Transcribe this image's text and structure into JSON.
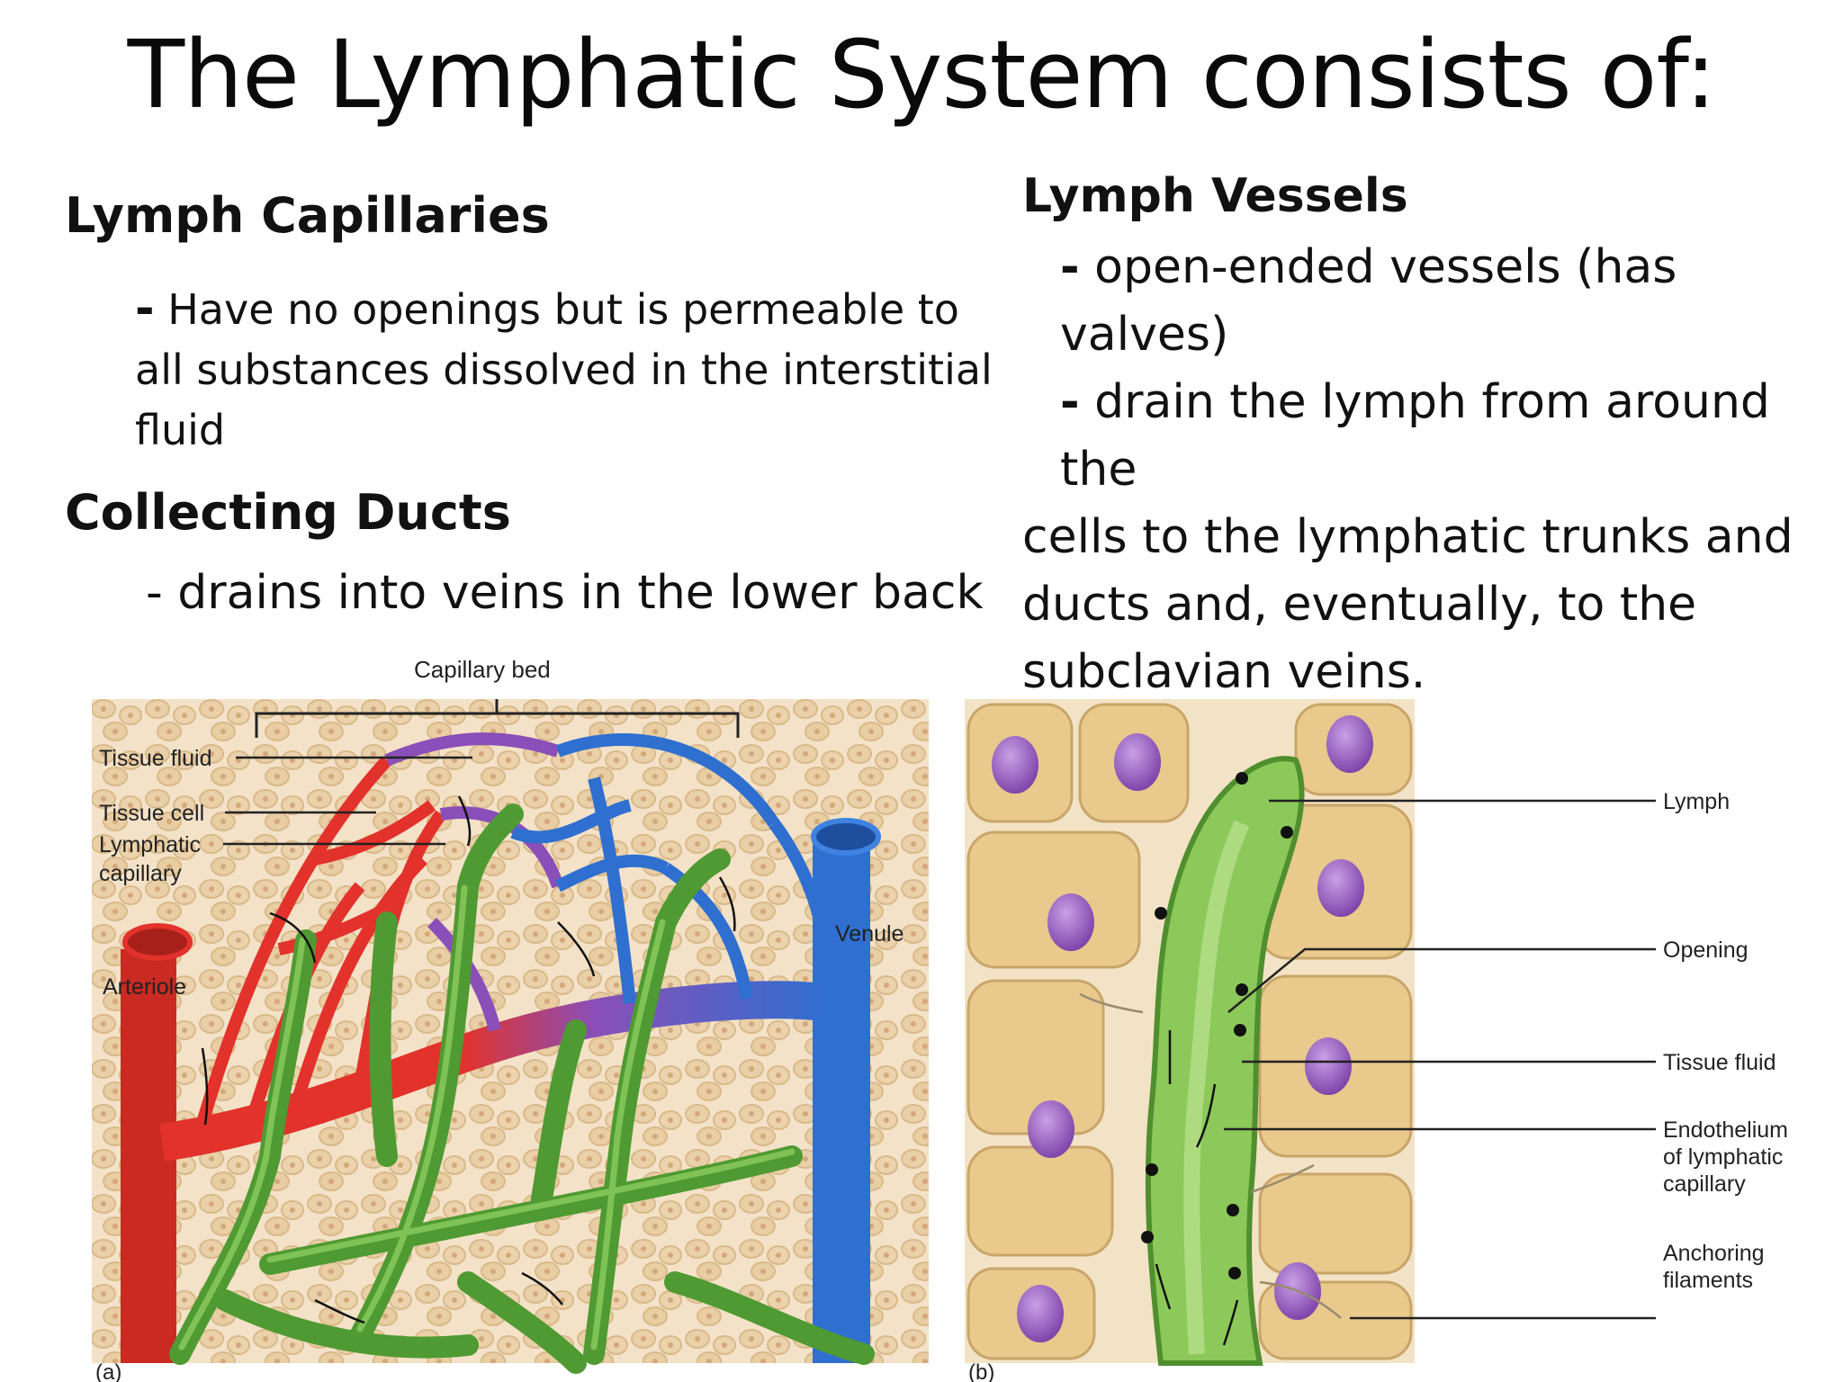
{
  "slide": {
    "title": "The Lymphatic System consists of:"
  },
  "left_column": {
    "capillaries": {
      "heading": "Lymph Capillaries",
      "dash": "-",
      "lines": [
        "Have no openings but is permeable to",
        "all substances dissolved in the interstitial",
        "fluid"
      ]
    },
    "ducts": {
      "heading": "Collecting Ducts",
      "line": "- drains into veins in the lower back"
    }
  },
  "right_column": {
    "heading": "Lymph Vessels",
    "dash": "-",
    "line1": "open-ended vessels (has valves)",
    "line2": "drain the lymph from around the",
    "lines": [
      "cells to the lymphatic trunks and",
      "ducts and, eventually, to the",
      "subclavian veins."
    ]
  },
  "figure_a": {
    "panel_label": "(a)",
    "labels": {
      "capillary_bed": "Capillary bed",
      "tissue_fluid": "Tissue fluid",
      "tissue_cell": "Tissue cell",
      "lymphatic_1": "Lymphatic",
      "lymphatic_2": "capillary",
      "venule": "Venule",
      "arteriole": "Arteriole"
    }
  },
  "figure_b": {
    "panel_label": "(b)",
    "labels": {
      "lymph": "Lymph",
      "opening": "Opening",
      "tissue_fluid": "Tissue fluid",
      "endothelium_1": "Endothelium",
      "endothelium_2": "of lymphatic",
      "endothelium_3": "capillary",
      "anchoring_1": "Anchoring",
      "anchoring_2": "filaments"
    }
  },
  "colors": {
    "artery_red": "#e2322b",
    "vein_blue": "#2f6fd0",
    "lymph_green": "#5aa33a",
    "capillary_purple": "#8a4fb8",
    "cell_tan": "#e8c98a",
    "nucleus_purple": "#9a5fc0"
  }
}
